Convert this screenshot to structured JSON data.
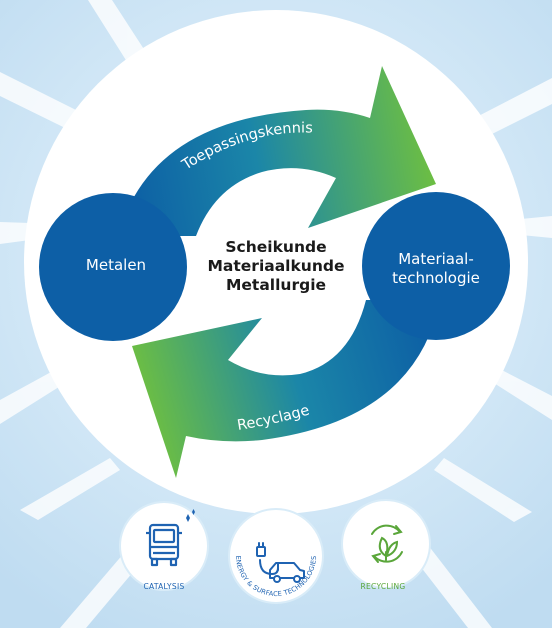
{
  "colors": {
    "background": "#c9e4f6",
    "node": "#0d5fa6",
    "arrow_dark": "#0b5ca6",
    "arrow_light": "#6cc13d",
    "icon_blue": "#1f63b2",
    "icon_green": "#5aa63a"
  },
  "cycle": {
    "left_node": "Metalen",
    "right_node": "Materiaal-\ntechnologie",
    "top_arrow_label": "Toepassingskennis",
    "bottom_arrow_label": "Recyclage",
    "center": [
      "Scheikunde",
      "Materiaalkunde",
      "Metallurgie"
    ]
  },
  "badges": [
    {
      "label": "CATALYSIS",
      "icon": "truck-icon"
    },
    {
      "label": "ENERGY & SURFACE TECHNOLOGIES",
      "icon": "electric-car-icon"
    },
    {
      "label": "RECYCLING",
      "icon": "recycle-leaf-icon"
    }
  ]
}
